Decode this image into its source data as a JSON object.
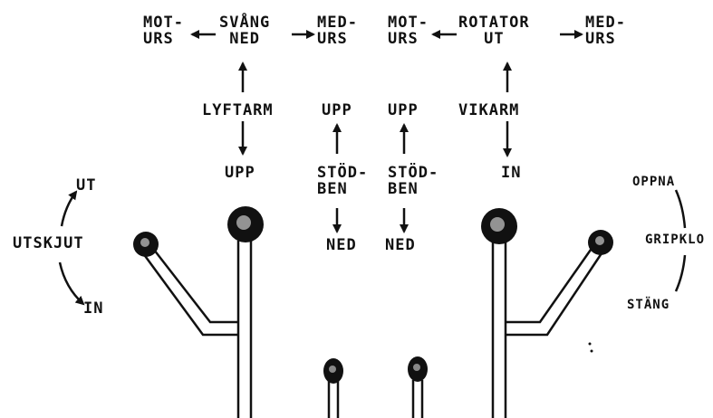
{
  "labels": {
    "mot_left": "MOT-\nURS",
    "svang": "SVÅNG\nNED",
    "med_left": "MED-\nURS",
    "mot_right": "MOT-\nURS",
    "rotator": "ROTATOR\nUT",
    "med_right": "MED-\nURS",
    "lyftarm": "LYFTARM",
    "upp_lyft": "UPP",
    "upp_stod_left": "UPP",
    "stodben_left": "STÖD-\nBEN",
    "ned_stod_left": "NED",
    "upp_stod_right": "UPP",
    "stodben_right": "STÖD-\nBEN",
    "ned_stod_right": "NED",
    "vikarm": "VIKARM",
    "in_vik": "IN",
    "ut_utskjut": "UT",
    "utskjut": "UTSKJUT",
    "in_utskjut": "IN",
    "oppna": "OPPNA",
    "gripklo": "GRIPKLO",
    "stang": "STÄNG"
  },
  "colors": {
    "ink": "#111111",
    "paper": "#ffffff"
  }
}
